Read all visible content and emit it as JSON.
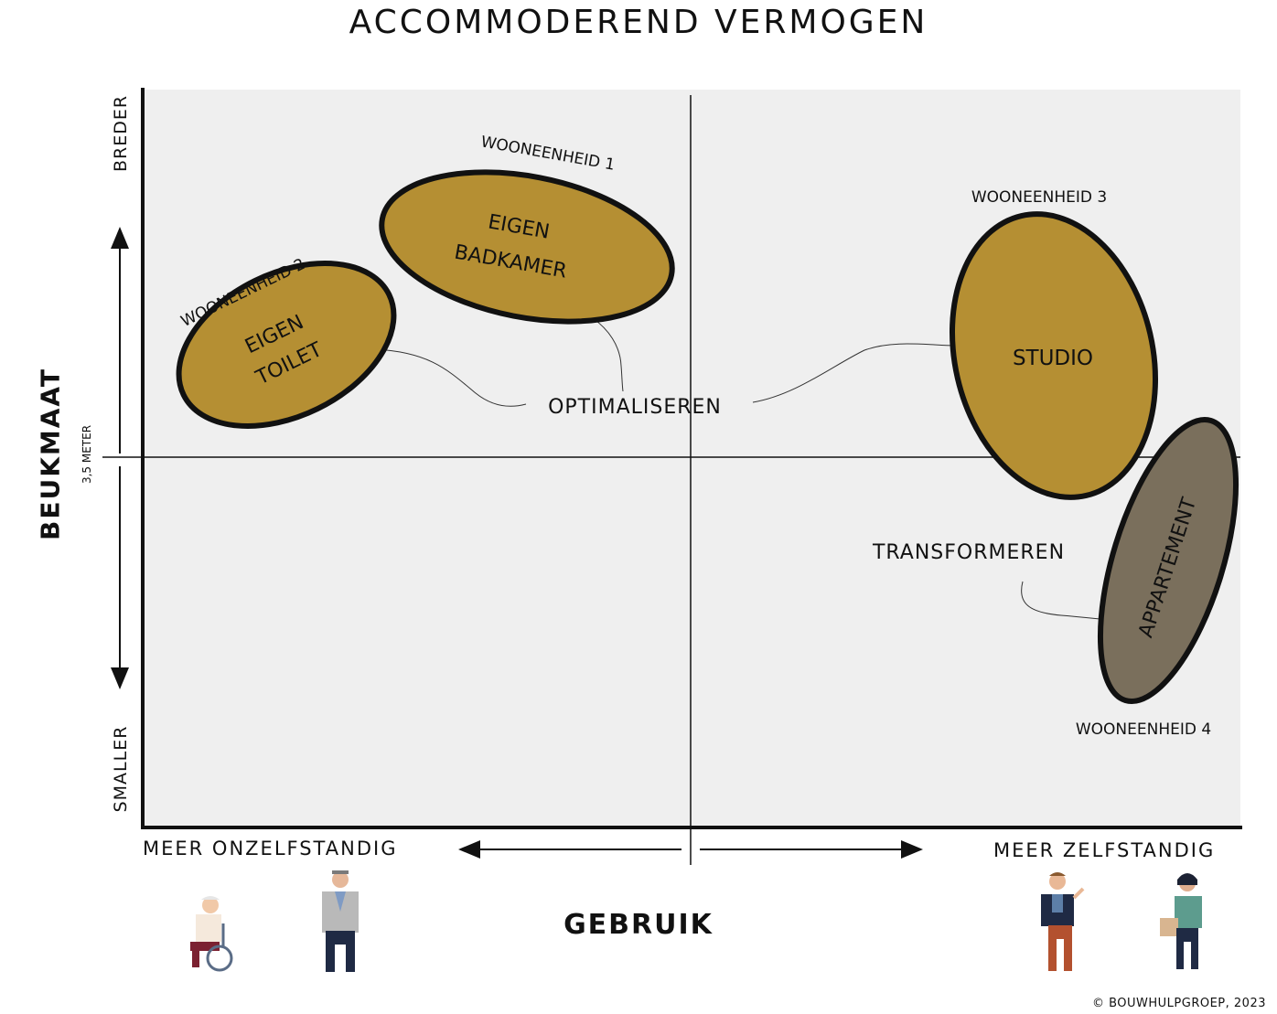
{
  "title": "ACCOMMODEREND VERMOGEN",
  "y_axis": {
    "title": "BEUKMAAT",
    "top_label": "BREDER",
    "bottom_label": "SMALLER",
    "midline_label": "3,5 METER"
  },
  "x_axis": {
    "title": "GEBRUIK",
    "left_label": "MEER ONZELFSTANDIG",
    "right_label": "MEER ZELFSTANDIG"
  },
  "units": [
    {
      "name": "WOONEENHEID 1",
      "label_lines": [
        "EIGEN",
        "BADKAMER"
      ],
      "color": "#b58f33"
    },
    {
      "name": "WOONEENHEID 2",
      "label_lines": [
        "EIGEN",
        "TOILET"
      ],
      "color": "#b58f33"
    },
    {
      "name": "WOONEENHEID 3",
      "label_lines": [
        "STUDIO"
      ],
      "color": "#b58f33"
    },
    {
      "name": "WOONEENHEID 4",
      "label_lines": [
        "APPARTEMENT"
      ],
      "color": "#7a6f5c"
    }
  ],
  "annotations": {
    "optimize": "OPTIMALISEREN",
    "transform": "TRANSFORMEREN"
  },
  "credit": "© BOUWHULPGROEP, 2023",
  "colors": {
    "ochre": "#b58f33",
    "taupe": "#7a6f5c",
    "plot_bg": "#efefef"
  }
}
